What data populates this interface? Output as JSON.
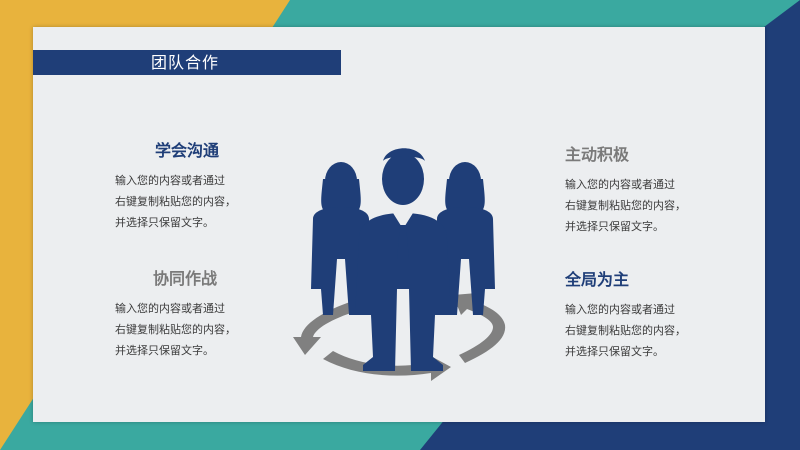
{
  "colors": {
    "navy": "#1f3e78",
    "gold": "#e8b33d",
    "teal": "#3aa9a0",
    "gray_heading": "#7a7a7a",
    "body_text": "#3b3b3b",
    "slide_bg": "#eceef0"
  },
  "slide": {
    "title": "团队合作"
  },
  "blocks": [
    {
      "heading": "学会沟通",
      "heading_color": "#1f3e78",
      "lines": [
        "输入您的内容或者通过",
        "右键复制粘贴您的内容，",
        "并选择只保留文字。"
      ]
    },
    {
      "heading": "协同作战",
      "heading_color": "#7a7a7a",
      "lines": [
        "输入您的内容或者通过",
        "右键复制粘贴您的内容，",
        "并选择只保留文字。"
      ]
    },
    {
      "heading": "主动积极",
      "heading_color": "#7a7a7a",
      "lines": [
        "输入您的内容或者通过",
        "右键复制粘贴您的内容，",
        "并选择只保留文字。"
      ]
    },
    {
      "heading": "全局为主",
      "heading_color": "#1f3e78",
      "lines": [
        "输入您的内容或者通过",
        "右键复制粘贴您的内容，",
        "并选择只保留文字。"
      ]
    }
  ],
  "graphic": {
    "icon": "team-people-icon",
    "cycle_icon": "cycle-arrows-icon"
  }
}
